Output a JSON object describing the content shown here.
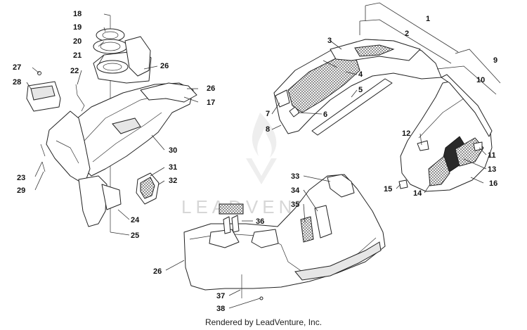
{
  "footer": {
    "text": "Rendered by LeadVenture, Inc."
  },
  "watermark": {
    "text": "LEADVENTURE"
  },
  "callouts": {
    "c1": "1",
    "c2": "2",
    "c3": "3",
    "c4": "4",
    "c5": "5",
    "c6": "6",
    "c7": "7",
    "c8": "8",
    "c9": "9",
    "c10": "10",
    "c11": "11",
    "c12": "12",
    "c13": "13",
    "c14": "14",
    "c15": "15",
    "c16": "16",
    "c17": "17",
    "c18": "18",
    "c19": "19",
    "c20": "20",
    "c21": "21",
    "c22": "22",
    "c23": "23",
    "c24": "24",
    "c25": "25",
    "c26a": "26",
    "c26b": "26",
    "c26c": "26",
    "c27": "27",
    "c28": "28",
    "c29": "29",
    "c30": "30",
    "c31": "31",
    "c32": "32",
    "c33": "33",
    "c34": "34",
    "c35": "35",
    "c36": "36",
    "c37": "37",
    "c38": "38"
  },
  "colors": {
    "line": "#222222",
    "watermark": "#d7d7d7",
    "background": "#ffffff"
  }
}
